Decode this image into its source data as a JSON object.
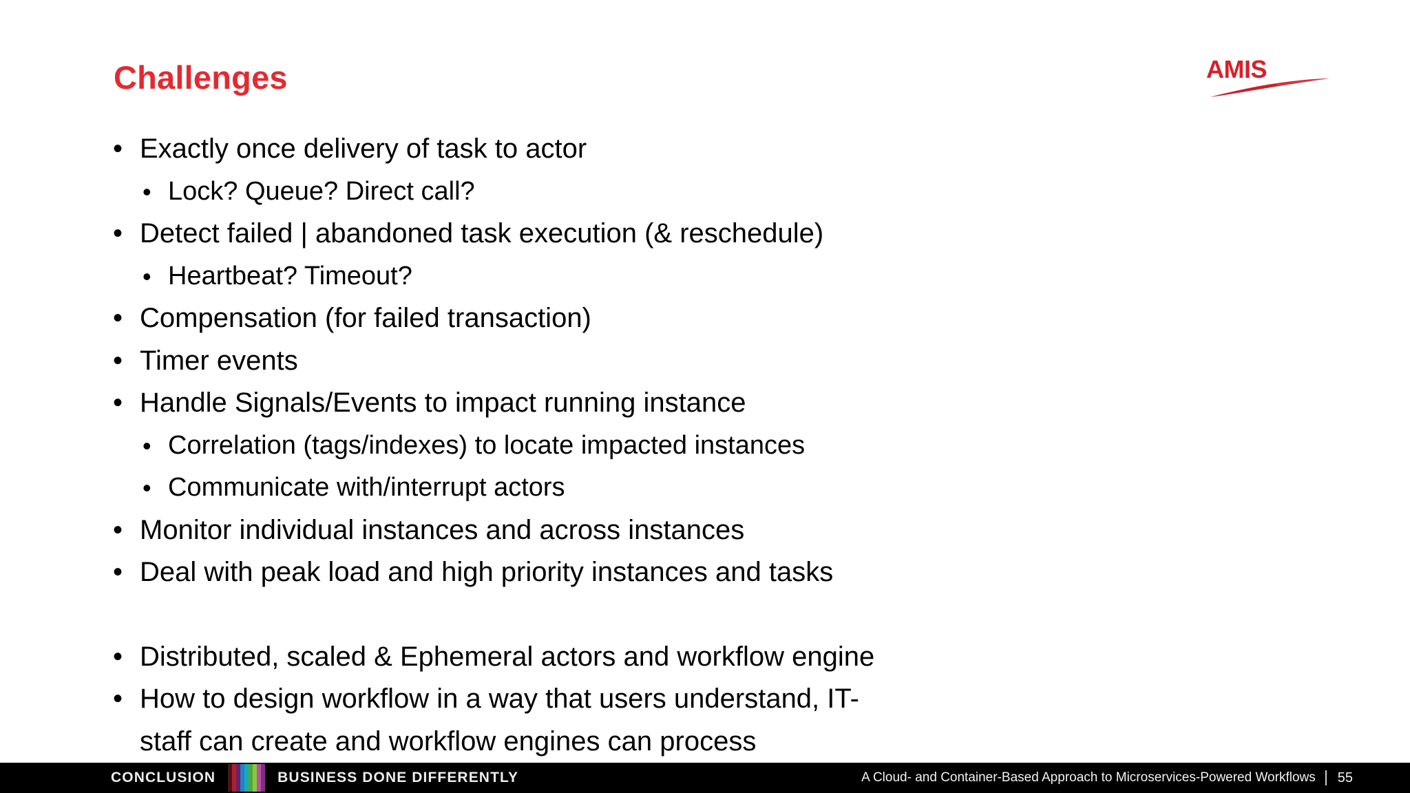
{
  "slide": {
    "title": "Challenges",
    "title_color": "#E22B31",
    "background_color": "#FFFFFF",
    "body_text_color": "#000000"
  },
  "logo": {
    "name": "amis-logo",
    "text": "AMIS",
    "color": "#D6212B"
  },
  "bullets": [
    {
      "level": 1,
      "text": "Exactly once delivery of task to actor",
      "marker": "•"
    },
    {
      "level": 2,
      "text": "Lock? Queue? Direct call?",
      "marker": "•"
    },
    {
      "level": 1,
      "text": "Detect failed | abandoned task execution (& reschedule)",
      "marker": "•"
    },
    {
      "level": 2,
      "text": "Heartbeat? Timeout?",
      "marker": "•"
    },
    {
      "level": 1,
      "text": "Compensation (for failed transaction)",
      "marker": "•"
    },
    {
      "level": 1,
      "text": "Timer events",
      "marker": "•"
    },
    {
      "level": 1,
      "text": "Handle Signals/Events to impact running instance",
      "marker": "•"
    },
    {
      "level": 2,
      "text": "Correlation (tags/indexes) to locate impacted instances",
      "marker": "•"
    },
    {
      "level": 2,
      "text": "Communicate with/interrupt actors",
      "marker": "•"
    },
    {
      "level": 1,
      "text": "Monitor individual instances and across instances",
      "marker": "•"
    },
    {
      "level": 1,
      "text": "Deal with peak load and high priority instances and tasks",
      "marker": "•"
    },
    {
      "level": 0,
      "text": "",
      "marker": ""
    },
    {
      "level": 1,
      "text": "Distributed, scaled & Ephemeral actors and workflow engine",
      "marker": "•"
    },
    {
      "level": 1,
      "text": "How to design workflow in a way that users understand, IT-staff can create and workflow engines can process",
      "marker": "•",
      "wrap": true
    }
  ],
  "footer": {
    "section_label": "CONCLUSION",
    "tagline": "BUSINESS DONE DIFFERENTLY",
    "deck_title": "A Cloud- and Container-Based Approach to Microservices-Powered Workflows",
    "separator": "|",
    "page_number": "55",
    "background_color": "#000000",
    "text_color": "#EDEDED",
    "accent_bars": [
      "#4A1418",
      "#B01E2E",
      "#6B1F6B",
      "#1F84C6",
      "#17A9B8",
      "#4FA838",
      "#8CC63E",
      "#B84FA8",
      "#7E2E7E"
    ]
  }
}
